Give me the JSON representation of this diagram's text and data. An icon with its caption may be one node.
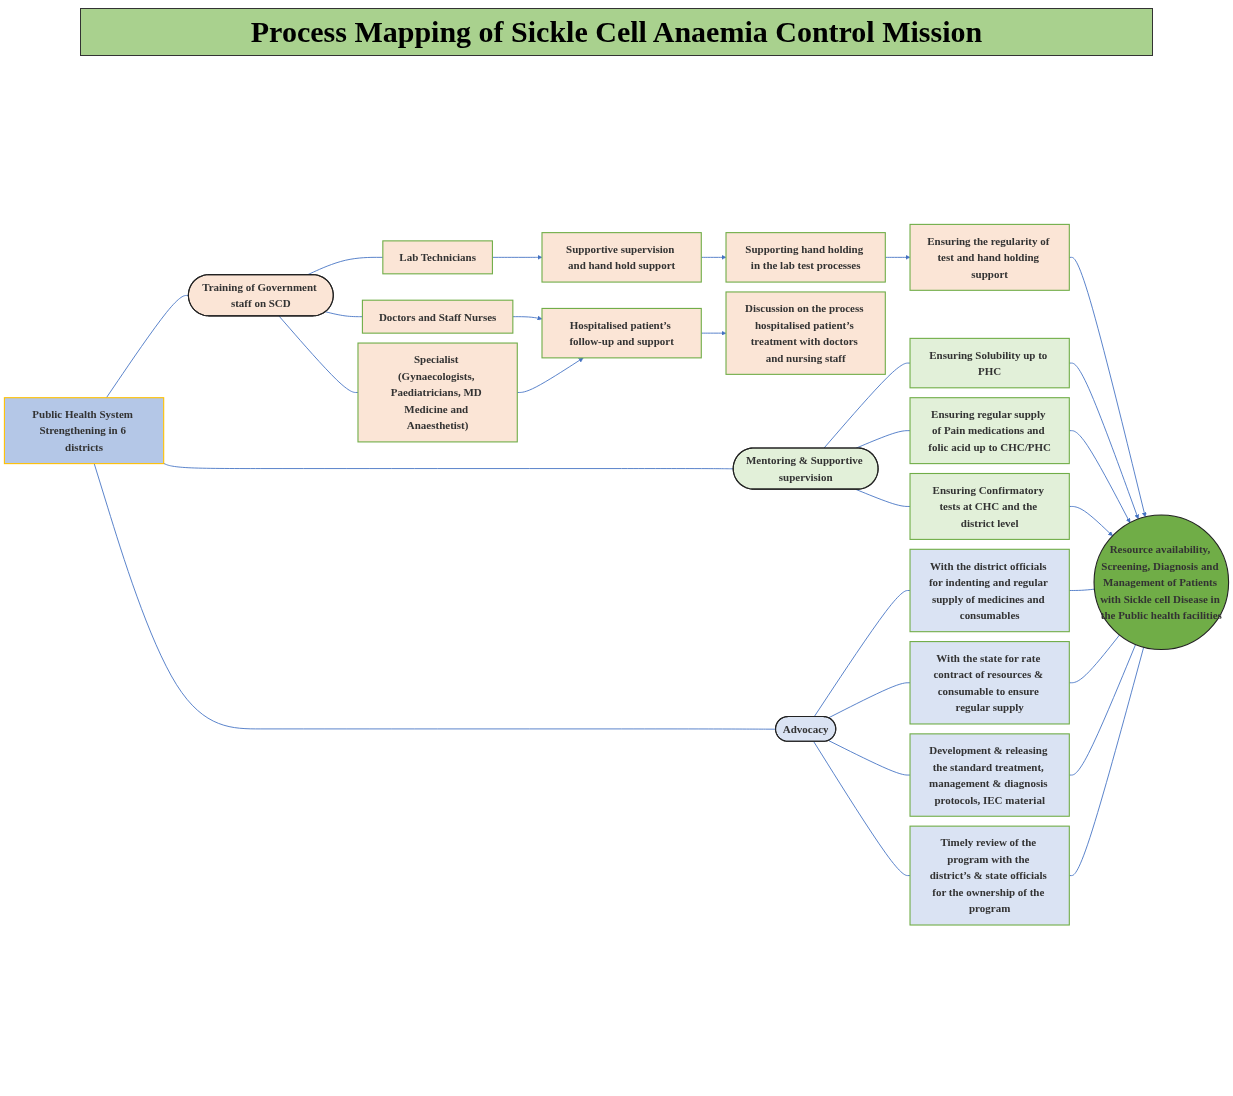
{
  "diagram": {
    "title": "Process Mapping of Sickle Cell Anaemia Control Mission",
    "nodes": [
      {
        "text": [
          "Public Health System Strengthening in 6 districts"
        ]
      },
      {
        "text": [
          "Training of Government staff on SCD"
        ]
      },
      {
        "text": [
          "Mentoring & Supportive supervision"
        ]
      },
      {
        "text": [
          "Advocacy"
        ]
      },
      {
        "text": [
          "Lab Technicians"
        ]
      },
      {
        "text": [
          "Doctors and Staff Nurses"
        ]
      },
      {
        "text": [
          "Specialist (Gynaecologists, Paediatricians, MD Medicine and Anaesthetist)"
        ]
      },
      {
        "text": [
          "Supportive supervision and hand hold support"
        ]
      },
      {
        "text": [
          "Supporting hand holding in the lab test processes"
        ]
      },
      {
        "text": [
          "Hospitalised patient’s follow-up and support"
        ]
      },
      {
        "text": [
          "Ensuring the regularity of test and hand holding support"
        ]
      },
      {
        "text": [
          "Discussion on the process hospitalised patient’s treatment with doctors and nursing staff"
        ]
      },
      {
        "text": [
          "Ensuring Solubility up to PHC"
        ]
      },
      {
        "text": [
          "Ensuring regular supply of Pain medications and folic acid up to CHC/PHC"
        ]
      },
      {
        "text": [
          "Ensuring Confirmatory tests at CHC and the district level"
        ]
      },
      {
        "text": [
          "With the district officials for indenting and regular supply of medicines and consumables"
        ]
      },
      {
        "text": [
          "With the state for rate contract of resources & consumable to ensure regular supply"
        ]
      },
      {
        "text": [
          "Development & releasing the standard treatment, management & diagnosis protocols, IEC material"
        ]
      },
      {
        "text": [
          "Timely review of the program with the district’s & state officials for the ownership of the program"
        ]
      },
      {
        "text": [
          "Resource availability, Screening, Diagnosis and Management of Patients with Sickle cell Disease in the Public health facilities"
        ]
      }
    ],
    "edges": [
      {
        "from": 0,
        "to": 1,
        "arrow": "none"
      },
      {
        "from": 0,
        "to": 2,
        "arrow": "none"
      },
      {
        "from": 0,
        "to": 3,
        "arrow": "none"
      },
      {
        "from": 1,
        "to": 4,
        "arrow": "none"
      },
      {
        "from": 1,
        "to": 5,
        "arrow": "none"
      },
      {
        "from": 1,
        "to": 6,
        "arrow": "none"
      },
      {
        "from": 4,
        "to": 7,
        "arrow": "to"
      },
      {
        "from": 5,
        "to": 9,
        "arrow": "to"
      },
      {
        "from": 6,
        "to": 9,
        "arrow": "to"
      },
      {
        "from": 7,
        "to": 8,
        "arrow": "to"
      },
      {
        "from": 8,
        "to": 10,
        "arrow": "to"
      },
      {
        "from": 9,
        "to": 11,
        "arrow": "to"
      },
      {
        "from": 10,
        "to": 19,
        "arrow": "to"
      },
      {
        "from": 2,
        "to": 12,
        "arrow": "none"
      },
      {
        "from": 2,
        "to": 13,
        "arrow": "none"
      },
      {
        "from": 2,
        "to": 14,
        "arrow": "none"
      },
      {
        "from": 12,
        "to": 19,
        "arrow": "to"
      },
      {
        "from": 13,
        "to": 19,
        "arrow": "to"
      },
      {
        "from": 14,
        "to": 19,
        "arrow": "to"
      },
      {
        "from": 3,
        "to": 15,
        "arrow": "none"
      },
      {
        "from": 3,
        "to": 16,
        "arrow": "none"
      },
      {
        "from": 3,
        "to": 17,
        "arrow": "none"
      },
      {
        "from": 3,
        "to": 18,
        "arrow": "none"
      },
      {
        "from": 15,
        "to": 19,
        "arrow": "none"
      },
      {
        "from": 16,
        "to": 19,
        "arrow": "none"
      },
      {
        "from": 17,
        "to": 19,
        "arrow": "none"
      },
      {
        "from": 18,
        "to": 19,
        "arrow": "none"
      }
    ]
  }
}
